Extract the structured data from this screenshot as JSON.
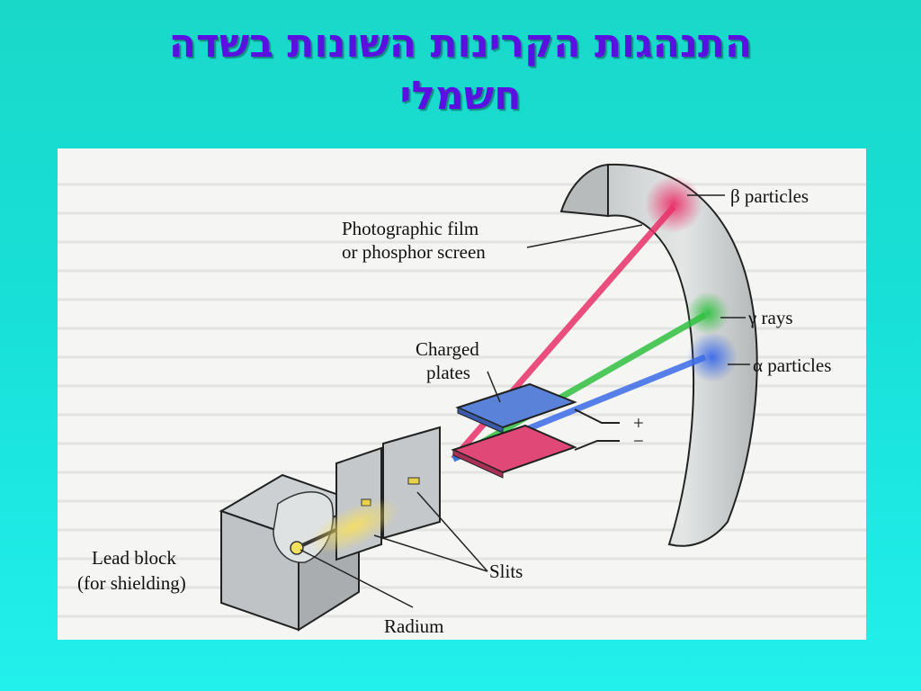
{
  "title": {
    "line1": "התנהגות הקרינות השונות בשדה",
    "line2": "חשמלי"
  },
  "figure": {
    "labels": {
      "beta": "β particles",
      "gamma": "γ rays",
      "alpha": "α particles",
      "film_line1": "Photographic film",
      "film_line2": "or phosphor screen",
      "plates_line1": "Charged",
      "plates_line2": "plates",
      "plus": "+",
      "minus": "−",
      "lead_line1": "Lead block",
      "lead_line2": "(for shielding)",
      "slits": "Slits",
      "radium": "Radium"
    },
    "colors": {
      "beta_ray": "#e8306a",
      "gamma_ray": "#30c040",
      "alpha_ray": "#3a6ae8",
      "positive_plate": "#5a82d8",
      "negative_plate": "#e04878",
      "title": "#5a10e0"
    }
  }
}
